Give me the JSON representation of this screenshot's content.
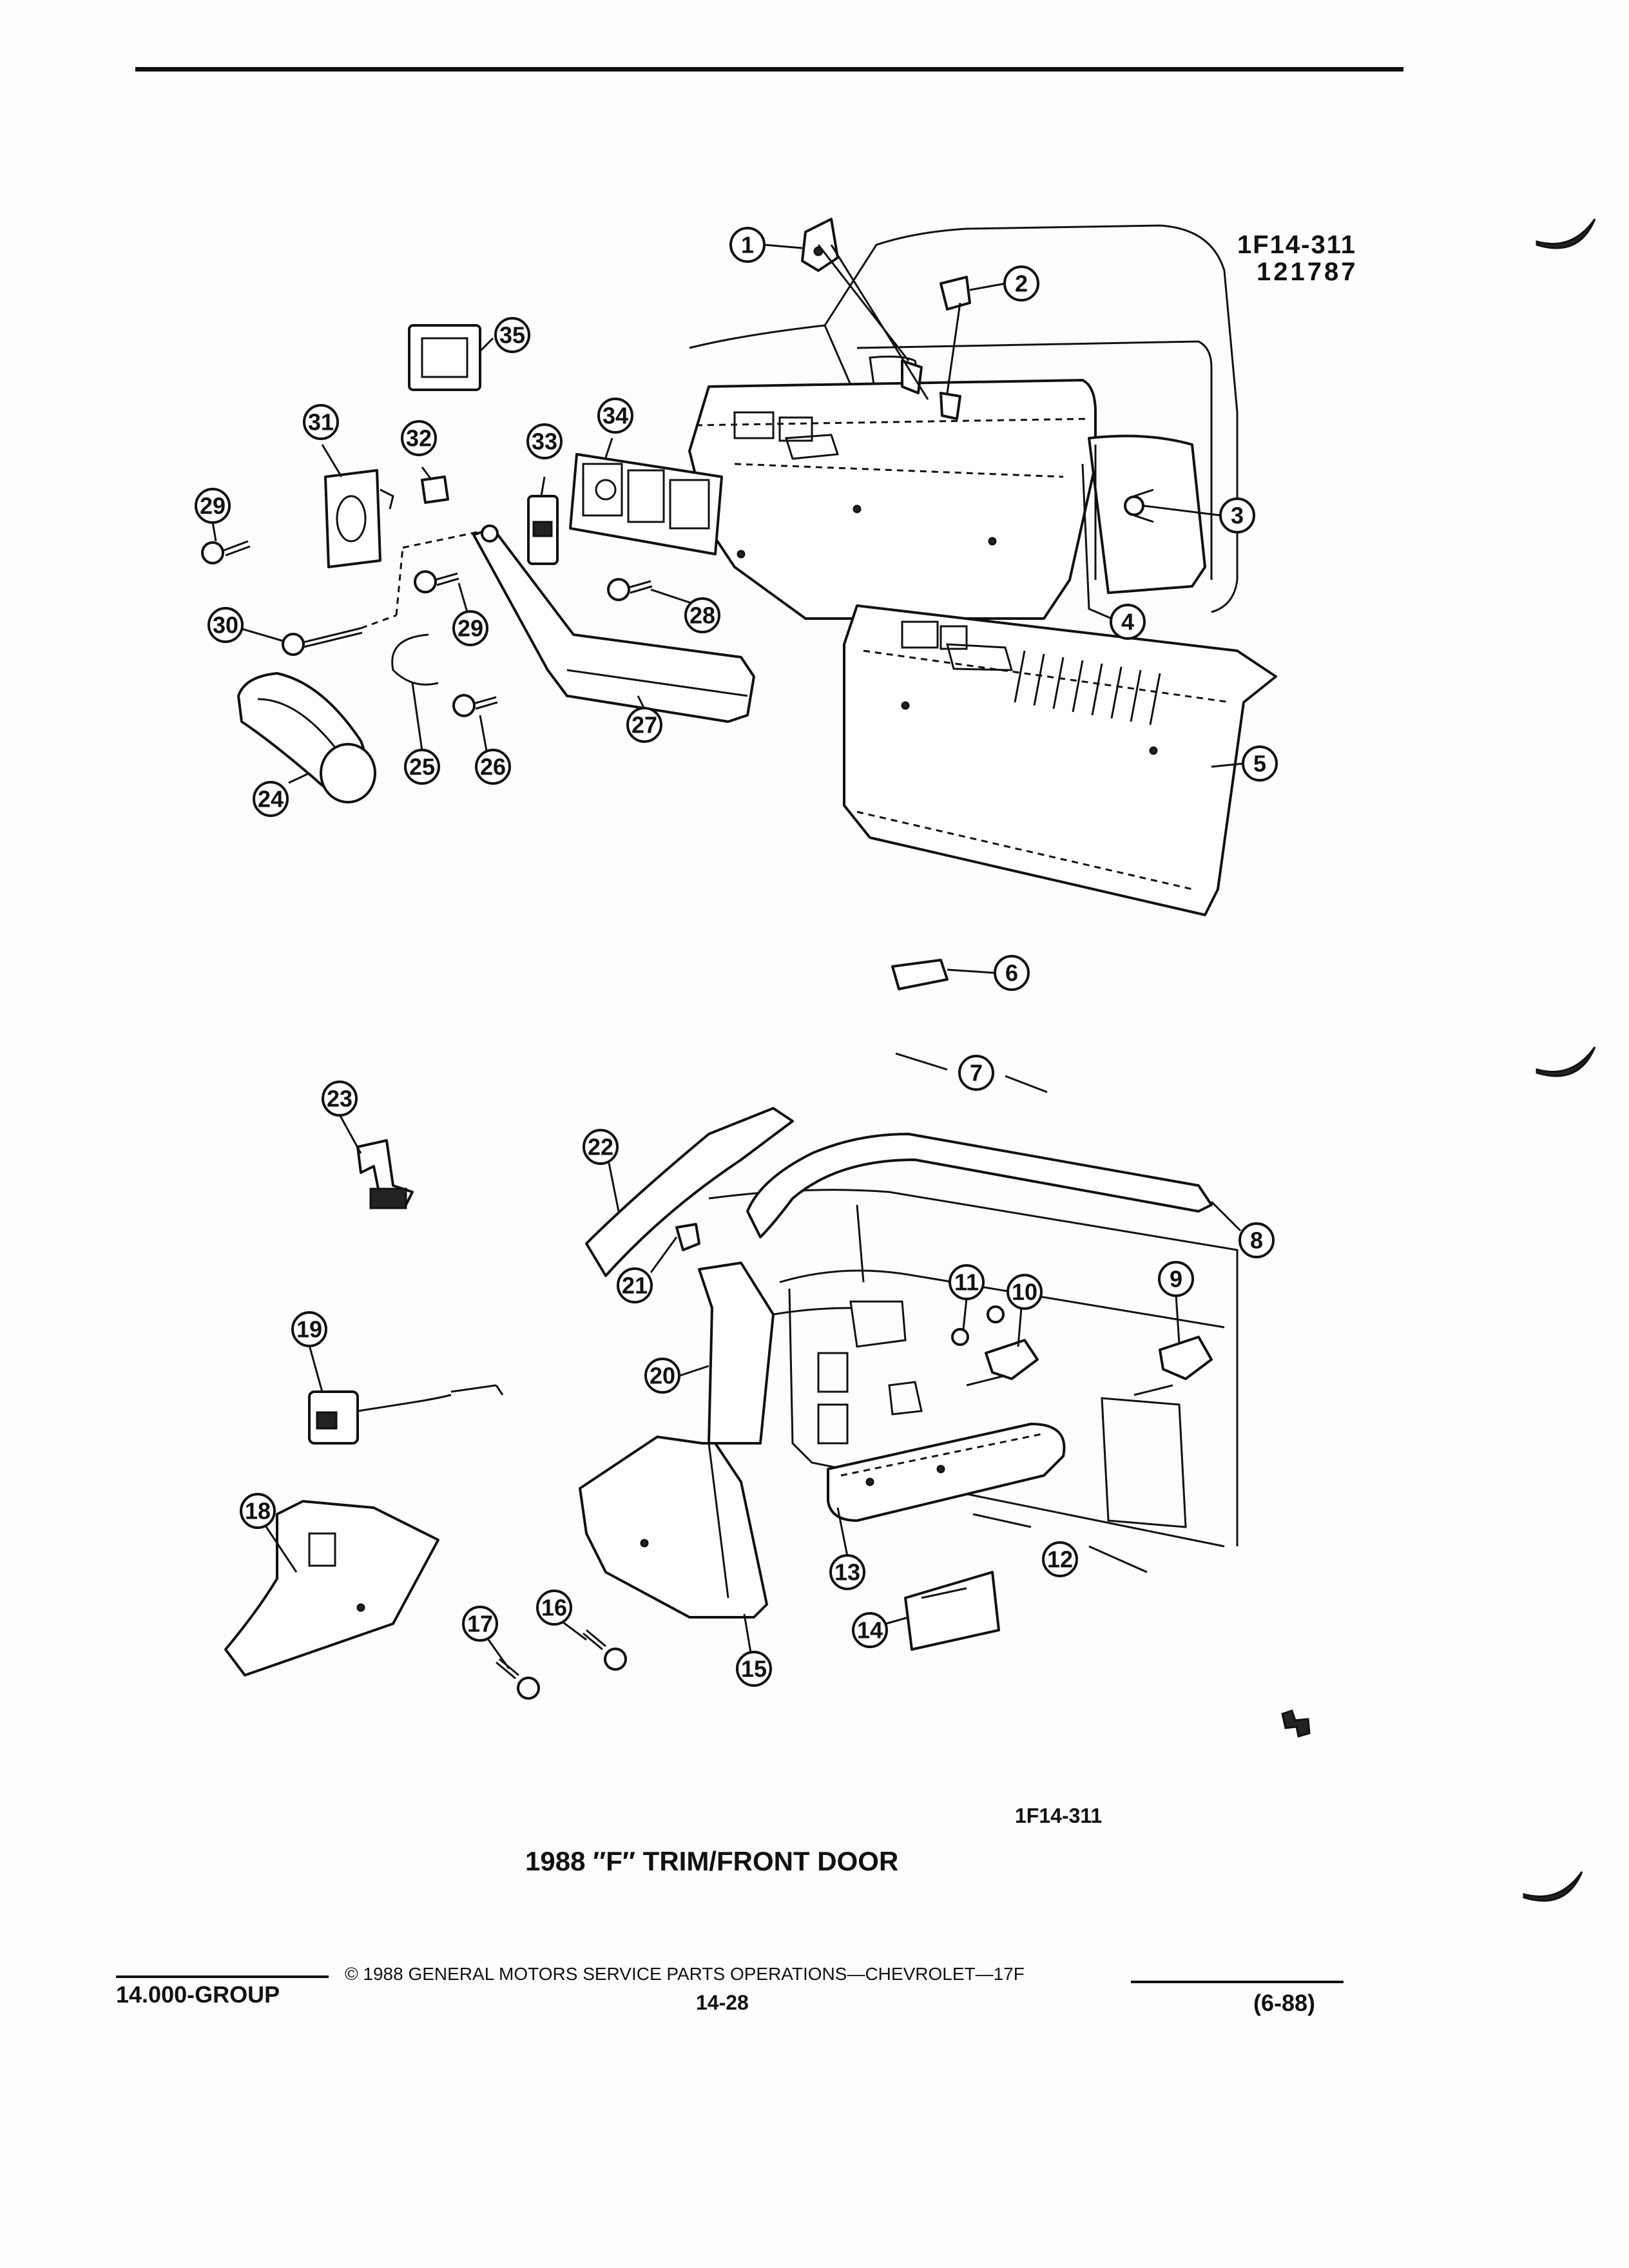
{
  "header": {
    "figure_code": "1F14-311",
    "date_code": "121787"
  },
  "diagram": {
    "callouts": [
      "1",
      "2",
      "3",
      "4",
      "5",
      "6",
      "7",
      "8",
      "9",
      "10",
      "11",
      "12",
      "13",
      "14",
      "15",
      "16",
      "17",
      "18",
      "19",
      "20",
      "21",
      "22",
      "23",
      "24",
      "25",
      "26",
      "27",
      "28",
      "29",
      "29",
      "30",
      "31",
      "32",
      "33",
      "34",
      "35"
    ]
  },
  "caption": {
    "figure_id": "1F14-311",
    "title": "1988 ″F″ TRIM/FRONT DOOR"
  },
  "footer": {
    "group": "14.000-GROUP",
    "copyright": "© 1988 GENERAL MOTORS SERVICE PARTS OPERATIONS—CHEVROLET—17F",
    "page_number": "14-28",
    "revision": "(6-88)"
  },
  "colors": {
    "ink": "#111111",
    "paper": "#fdfdfb"
  }
}
